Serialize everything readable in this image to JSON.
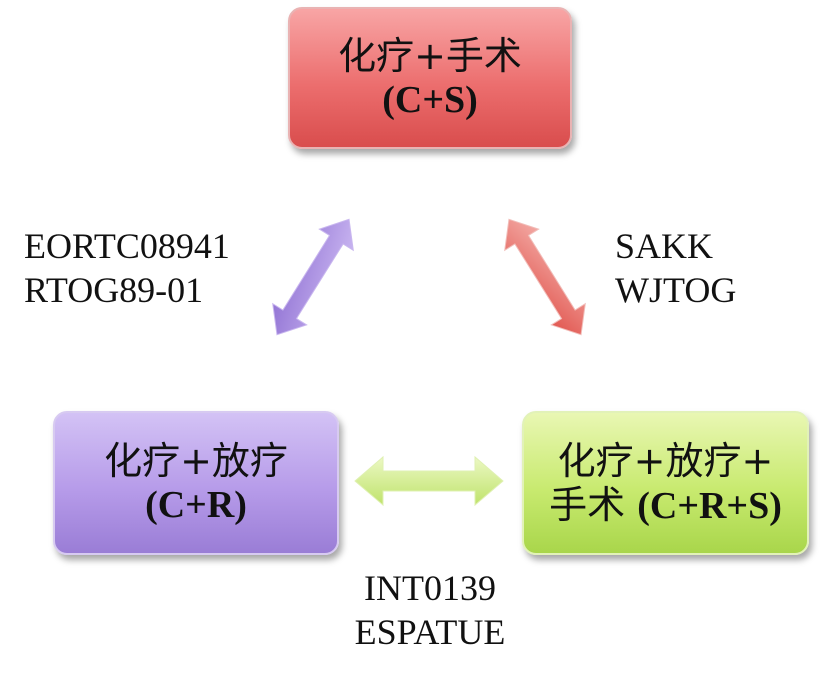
{
  "nodes": {
    "cs": {
      "line1": "化疗+手术",
      "line2": "(C+S)"
    },
    "cr": {
      "line1": "化疗+放疗",
      "line2": "(C+R)"
    },
    "crs": {
      "line1_cn": "化疗+放疗+",
      "line2_cn": "手术 ",
      "line2_en": "(C+R+S)"
    }
  },
  "edges": {
    "left": {
      "lines": [
        "EORTC08941",
        "RTOG89-01"
      ]
    },
    "right": {
      "lines": [
        "SAKK",
        "WJTOG"
      ]
    },
    "bottom": {
      "lines": [
        "INT0139",
        "ESPATUE"
      ]
    }
  },
  "colors": {
    "cs_box": "#ec6e6e",
    "cr_box": "#b69be9",
    "crs_box": "#c8ea6f",
    "left_arrow": "#a98be0",
    "right_arrow": "#ec7a74",
    "bottom_arrow": "#d0ec8c"
  }
}
